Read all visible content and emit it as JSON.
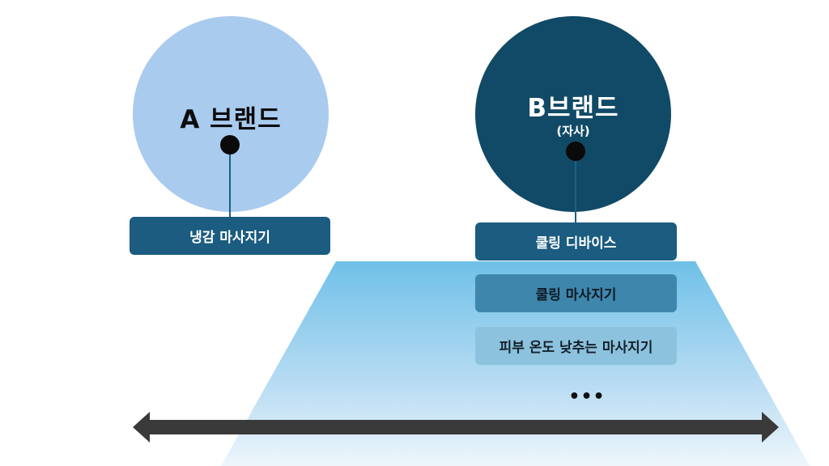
{
  "brand_a": {
    "title": "A 브랜드",
    "item": "냉감 마사지기"
  },
  "brand_b": {
    "title": "B브랜드",
    "subtitle": "(자사)",
    "items": [
      "쿨링 디바이스",
      "쿨링 마사지기",
      "피부 온도 낮추는 마사지기"
    ],
    "more": "•••"
  },
  "colors": {
    "brand_a_circle": "#a9cbee",
    "brand_b_circle": "#114a66",
    "box_dark": "#1b5c80",
    "box_mid": "#3e86ac",
    "box_light": "#8cc2dd",
    "spectrum_top": "#6fc0e8",
    "spectrum_bottom": "#eef6fc",
    "arrow": "#3a3a3a"
  }
}
